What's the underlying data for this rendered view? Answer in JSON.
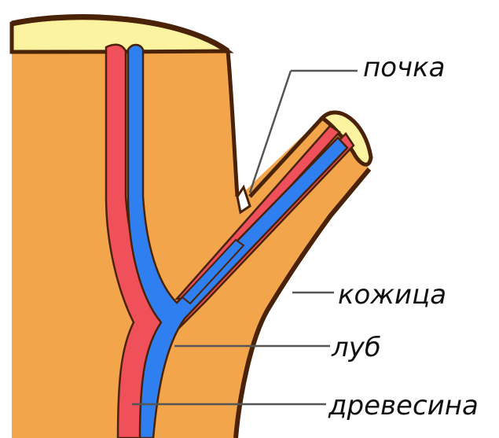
{
  "labels": {
    "bud": "почка",
    "skin": "кожица",
    "bast": "луб",
    "wood": "древесина"
  },
  "colors": {
    "wood": "#f2a54a",
    "cut_surface": "#fbf3a0",
    "bark_outline": "#4a2208",
    "bast_red": "#f0505a",
    "vessel_blue": "#2f7ff0",
    "leader_line": "#555555"
  }
}
